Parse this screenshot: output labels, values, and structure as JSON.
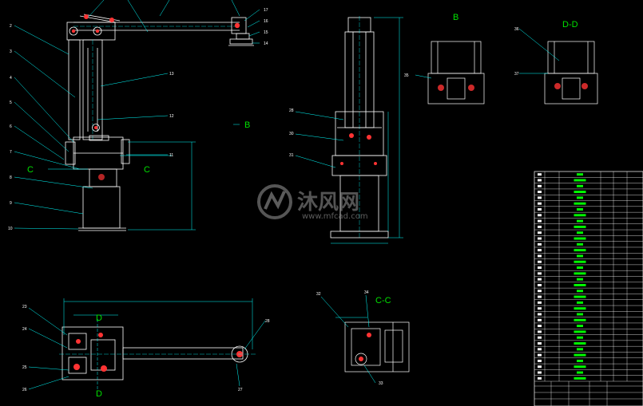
{
  "views": {
    "b": "B",
    "b_arrow": "B",
    "dd": "D-D",
    "cc": "C-C",
    "c_left": "C",
    "c_right": "C",
    "d_top": "D",
    "d_bottom": "D"
  },
  "watermark": {
    "brand": "沐风网",
    "url": "www.mfcad.com"
  },
  "balloons_left": [
    "2",
    "3",
    "4",
    "5",
    "6",
    "7",
    "8",
    "9",
    "10"
  ],
  "balloons_top": [
    "17",
    "16",
    "15",
    "14"
  ],
  "balloons_mid": [
    "13",
    "12",
    "11"
  ],
  "balloons_side": [
    "28",
    "30",
    "31"
  ],
  "balloon_b": "35",
  "balloons_dd": [
    "36",
    "37"
  ],
  "balloons_plan": [
    "23",
    "24",
    "25",
    "26",
    "27",
    "28"
  ],
  "balloons_cc": [
    "32",
    "34",
    "33"
  ],
  "colors": {
    "background": "#000000",
    "outline": "#ffffff",
    "dimension": "#00ffff",
    "hidden": "#ff3333",
    "text": "#00ff00",
    "table": "#ffffff"
  }
}
